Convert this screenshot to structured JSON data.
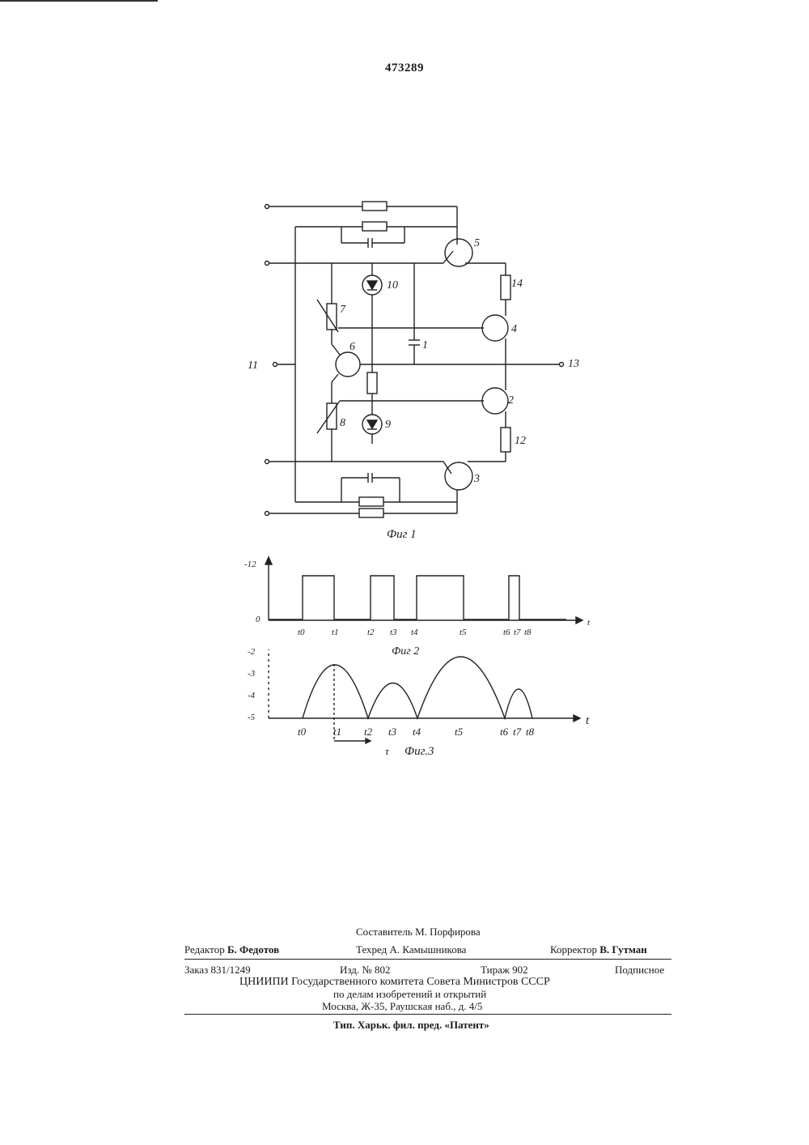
{
  "patent_number": "473289",
  "figures": {
    "fig1": {
      "caption": "Фиг 1",
      "labels": {
        "n1": "1",
        "n2": "2",
        "n3": "3",
        "n4": "4",
        "n5": "5",
        "n6": "6",
        "n7": "7",
        "n8": "8",
        "n9": "9",
        "n10": "10",
        "n11": "11",
        "n12": "12",
        "n13": "13",
        "n14": "14"
      }
    },
    "fig2": {
      "caption": "Фиг 2",
      "y_ticks": [
        "-12",
        "0"
      ],
      "x_axis": "t",
      "t_labels": [
        "t0",
        "t1",
        "t2",
        "t3",
        "t4",
        "t5",
        "t6",
        "t7",
        "t8"
      ],
      "pulses_t": [
        [
          0,
          1
        ],
        [
          2,
          3
        ],
        [
          4,
          5
        ],
        [
          6,
          7
        ]
      ]
    },
    "fig3": {
      "caption": "Фиг.3",
      "y_ticks": [
        "-2",
        "-3",
        "-4",
        "-5"
      ],
      "x_axis": "t",
      "tau": "τ",
      "t_labels": [
        "t0",
        "t1",
        "t2",
        "t3",
        "t4",
        "t5",
        "t6",
        "t7",
        "t8"
      ]
    }
  },
  "imprint": {
    "compiler": "Составитель М. Порфирова",
    "editor_label": "Редактор",
    "editor": "Б. Федотов",
    "techred_label": "Техред",
    "techred": "А. Камышникова",
    "corrector_label": "Корректор",
    "corrector": "В. Гутман",
    "order": "Заказ 831/1249",
    "edition": "Изд. № 802",
    "circulation": "Тираж 902",
    "subscription": "Подписное",
    "org1": "ЦНИИПИ Государственного комитета Совета Министров СССР",
    "org2": "по делам изобретений и открытий",
    "address": "Москва, Ж-35, Раушская наб., д. 4/5",
    "printer": "Тип. Харьк. фил. пред. «Патент»"
  }
}
